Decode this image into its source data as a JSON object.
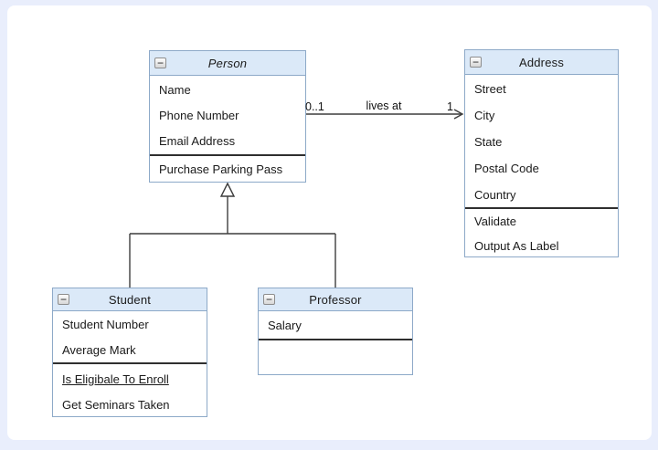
{
  "diagram": {
    "type": "uml-class-diagram",
    "classes": {
      "person": {
        "title": "Person",
        "abstract": true,
        "attributes": [
          "Name",
          "Phone Number",
          "Email Address"
        ],
        "operations": [
          "Purchase Parking Pass"
        ]
      },
      "address": {
        "title": "Address",
        "abstract": false,
        "attributes": [
          "Street",
          "City",
          "State",
          "Postal Code",
          "Country"
        ],
        "operations": [
          "Validate",
          "Output As Label"
        ]
      },
      "student": {
        "title": "Student",
        "abstract": false,
        "attributes": [
          "Student Number",
          "Average Mark"
        ],
        "operations": [
          "Is Eligibale To Enroll",
          "Get Seminars Taken"
        ],
        "static_operations": [
          "Is Eligibale To Enroll"
        ]
      },
      "professor": {
        "title": "Professor",
        "abstract": false,
        "attributes": [
          "Salary"
        ],
        "operations": []
      }
    },
    "relationships": [
      {
        "type": "association",
        "from": "Person",
        "to": "Address",
        "label": "lives at",
        "source_multiplicity": "0..1",
        "target_multiplicity": "1",
        "arrow": "open"
      },
      {
        "type": "generalization",
        "from": "Student",
        "to": "Person"
      },
      {
        "type": "generalization",
        "from": "Professor",
        "to": "Person"
      }
    ],
    "icons": {
      "collapse_glyph": "−"
    }
  },
  "colors": {
    "frame": "#e9eefc",
    "canvas": "#ffffff",
    "header_fill": "#dbe9f8",
    "box_border": "#8da9c8",
    "divider": "#2f2f2f",
    "connector": "#3d3d3d",
    "text": "#1a1a1a"
  }
}
